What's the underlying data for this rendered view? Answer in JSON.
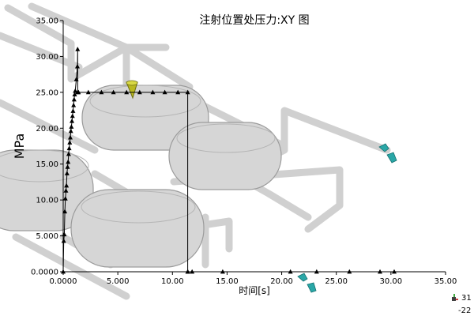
{
  "chart_data": {
    "type": "line",
    "title": "注射位置处压力:XY 图",
    "xlabel": "时间[s]",
    "ylabel": "MPa",
    "xlim": [
      0,
      35
    ],
    "ylim": [
      0,
      35
    ],
    "x_ticks": [
      "0.0000",
      "5.000",
      "10.00",
      "15.00",
      "20.00",
      "25.00",
      "30.00",
      "35.00"
    ],
    "y_ticks": [
      "0.0000",
      "5.000",
      "10.00",
      "15.00",
      "20.00",
      "25.00",
      "30.00",
      "35.00"
    ],
    "grid": false,
    "series": [
      {
        "x": [
          0.0,
          0.05,
          0.1,
          0.15,
          0.2,
          0.25,
          0.3,
          0.35,
          0.4,
          0.45,
          0.5,
          0.55,
          0.6,
          0.65,
          0.7,
          0.75,
          0.8,
          0.85,
          0.9,
          0.95,
          1.0,
          1.05,
          1.1,
          1.2,
          1.3,
          1.32,
          1.32,
          1.4,
          2.3,
          3.5,
          4.6,
          5.8,
          7.0,
          8.2,
          9.3,
          10.5,
          11.4,
          11.4,
          11.4,
          11.8,
          14.6,
          20.8,
          23.2,
          26.2,
          29.0,
          30.3
        ],
        "y": [
          0.0,
          4.3,
          5.2,
          8.4,
          10.2,
          11.3,
          12.0,
          13.7,
          14.6,
          15.3,
          16.4,
          17.2,
          18.0,
          18.7,
          19.6,
          20.2,
          21.0,
          21.7,
          22.4,
          23.2,
          24.0,
          24.7,
          25.2,
          26.8,
          28.6,
          31.0,
          25.0,
          25.0,
          25.0,
          25.0,
          25.0,
          25.0,
          25.0,
          25.0,
          25.0,
          25.0,
          25.0,
          0.0,
          0.0,
          0.0,
          0.0,
          0.0,
          0.0,
          0.0,
          0.0,
          0.0
        ]
      }
    ]
  },
  "viewer": {
    "corner_readouts": [
      "31",
      "-22"
    ],
    "marker_colors": {
      "injection_cone": "#b9b81f",
      "arrow": "#2aa7a7",
      "background_part": "#c8c8c8"
    }
  }
}
